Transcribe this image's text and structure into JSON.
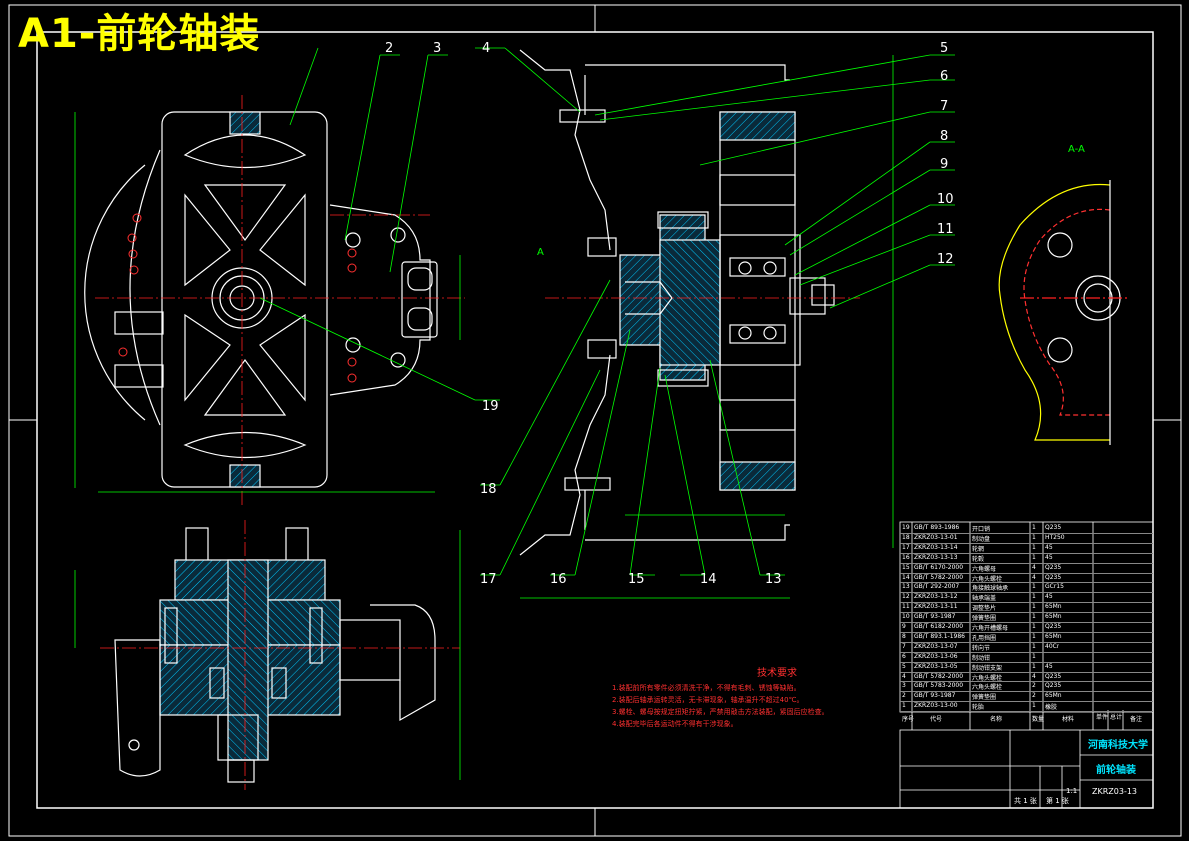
{
  "title": "A1-前轮轴装",
  "callouts": [
    "2",
    "3",
    "4",
    "5",
    "6",
    "7",
    "8",
    "9",
    "10",
    "11",
    "12",
    "13",
    "14",
    "15",
    "16",
    "17",
    "18",
    "19"
  ],
  "view_labels": {
    "section": "A-A",
    "arrow": "A"
  },
  "tech_requirements": {
    "heading": "技术要求",
    "items": [
      "1.装配前所有零件必须清洗干净，不得有毛刺、锈蚀等缺陷。",
      "2.装配后轴承运转灵活，无卡滞现象，轴承温升不超过40℃。",
      "3.螺栓、螺母按规定扭矩拧紧，严禁用敲击方法装配，紧固后应检查。",
      "4.装配完毕后各运动件不得有干涉现象。"
    ]
  },
  "bom": {
    "headers": [
      "序号",
      "代号",
      "名称",
      "数量",
      "材料",
      "单件",
      "总计",
      "备注"
    ],
    "rows": [
      [
        "19",
        "GB/T 893-1986",
        "开口销",
        "1",
        "Q235",
        ""
      ],
      [
        "18",
        "ZKRZ03-13-01",
        "制动盘",
        "1",
        "HT250",
        ""
      ],
      [
        "17",
        "ZKRZ03-13-14",
        "轮辋",
        "1",
        "45",
        ""
      ],
      [
        "16",
        "ZKRZ03-13-13",
        "轮毂",
        "1",
        "45",
        ""
      ],
      [
        "15",
        "GB/T 6170-2000",
        "六角螺母",
        "4",
        "Q235",
        ""
      ],
      [
        "14",
        "GB/T 5782-2000",
        "六角头螺栓",
        "4",
        "Q235",
        ""
      ],
      [
        "13",
        "GB/T 292-2007",
        "角接触球轴承",
        "1",
        "GCr15",
        ""
      ],
      [
        "12",
        "ZKRZ03-13-12",
        "轴承端盖",
        "1",
        "45",
        ""
      ],
      [
        "11",
        "ZKRZ03-13-11",
        "调整垫片",
        "1",
        "65Mn",
        ""
      ],
      [
        "10",
        "GB/T 93-1987",
        "弹簧垫圈",
        "1",
        "65Mn",
        ""
      ],
      [
        "9",
        "GB/T 6182-2000",
        "六角开槽螺母",
        "1",
        "Q235",
        ""
      ],
      [
        "8",
        "GB/T 893.1-1986",
        "孔用挡圈",
        "1",
        "65Mn",
        ""
      ],
      [
        "7",
        "ZKRZ03-13-07",
        "转向节",
        "1",
        "40Cr",
        ""
      ],
      [
        "6",
        "ZKRZ03-13-06",
        "制动钳",
        "1",
        "",
        ""
      ],
      [
        "5",
        "ZKRZ03-13-05",
        "制动钳支架",
        "1",
        "45",
        ""
      ],
      [
        "4",
        "GB/T 5782-2000",
        "六角头螺栓",
        "4",
        "Q235",
        ""
      ],
      [
        "3",
        "GB/T 5783-2000",
        "六角头螺栓",
        "2",
        "Q235",
        ""
      ],
      [
        "2",
        "GB/T 93-1987",
        "弹簧垫圈",
        "2",
        "65Mn",
        ""
      ],
      [
        "1",
        "ZKRZ03-13-00",
        "轮胎",
        "1",
        "橡胶",
        ""
      ]
    ]
  },
  "title_block": {
    "school": "河南科技大学",
    "drawing_name": "前轮轴装",
    "drawing_no": "ZKRZ03-13",
    "sheet_total": "共 1 张",
    "sheet_no": "第 1 张",
    "scale": "1:1"
  },
  "colors": {
    "outline": "#ffffff",
    "green": "#00ff00",
    "center": "#ff2020",
    "hatch": "#00c8ff",
    "yellow": "#ffff00"
  }
}
